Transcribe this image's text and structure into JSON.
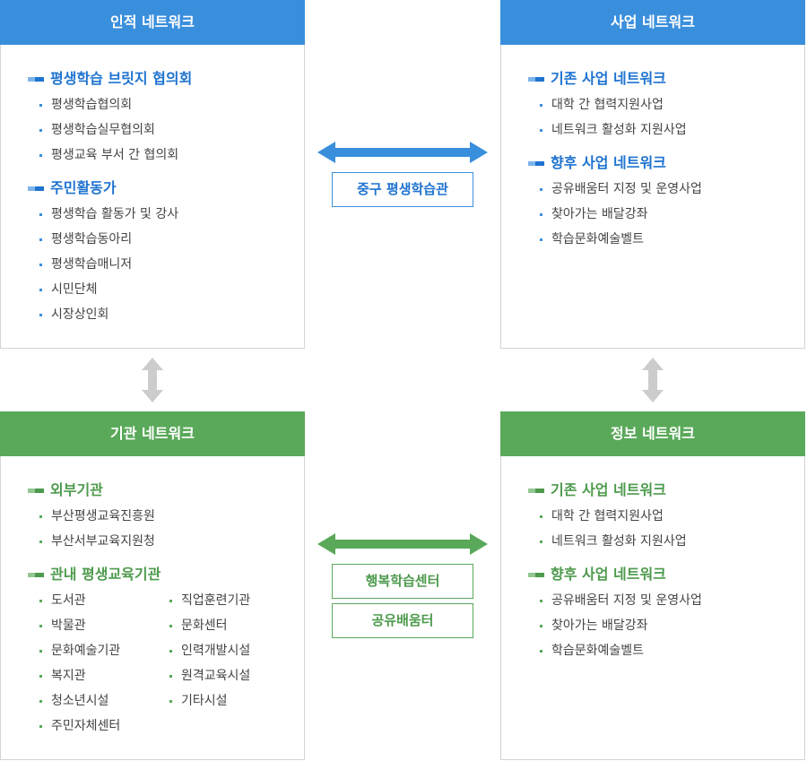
{
  "colors": {
    "blue": "#3a8fdc",
    "green": "#5aa95a",
    "gray_arrow": "#cccccc"
  },
  "panels": {
    "human": {
      "title": "인적 네트워크",
      "groups": [
        {
          "title": "평생학습 브릿지 협의회",
          "items": [
            "평생학습협의회",
            "평생학습실무협의회",
            "평생교육 부서 간 협의회"
          ]
        },
        {
          "title": "주민활동가",
          "items": [
            "평생학습 활동가 및 강사",
            "평생학습동아리",
            "평생학습매니저",
            "시민단체",
            "시장상인회"
          ]
        }
      ]
    },
    "business": {
      "title": "사업 네트워크",
      "groups": [
        {
          "title": "기존 사업 네트워크",
          "items": [
            "대학 간 협력지원사업",
            "네트워크 활성화 지원사업"
          ]
        },
        {
          "title": "향후 사업 네트워크",
          "items": [
            "공유배움터 지정 및 운영사업",
            "찾아가는 배달강좌",
            "학습문화예술벨트"
          ]
        }
      ]
    },
    "institution": {
      "title": "기관 네트워크",
      "groups": [
        {
          "title": "외부기관",
          "items": [
            "부산평생교육진흥원",
            "부산서부교육지원청"
          ]
        },
        {
          "title": "관내 평생교육기관",
          "items_left": [
            "도서관",
            "박물관",
            "문화예술기관",
            "복지관",
            "청소년시설",
            "주민자체센터"
          ],
          "items_right": [
            "직업훈련기관",
            "문화센터",
            "인력개발시설",
            "원격교육시설",
            "기타시설"
          ]
        }
      ]
    },
    "information": {
      "title": "정보 네트워크",
      "groups": [
        {
          "title": "기존 사업 네트워크",
          "items": [
            "대학 간 협력지원사업",
            "네트워크 활성화 지원사업"
          ]
        },
        {
          "title": "향후 사업 네트워크",
          "items": [
            "공유배움터 지정 및 운영사업",
            "찾아가는 배달강좌",
            "학습문화예술벨트"
          ]
        }
      ]
    }
  },
  "center": {
    "top_label": "중구 평생학습관",
    "bottom_labels": [
      "행복학습센터",
      "공유배움터"
    ]
  }
}
